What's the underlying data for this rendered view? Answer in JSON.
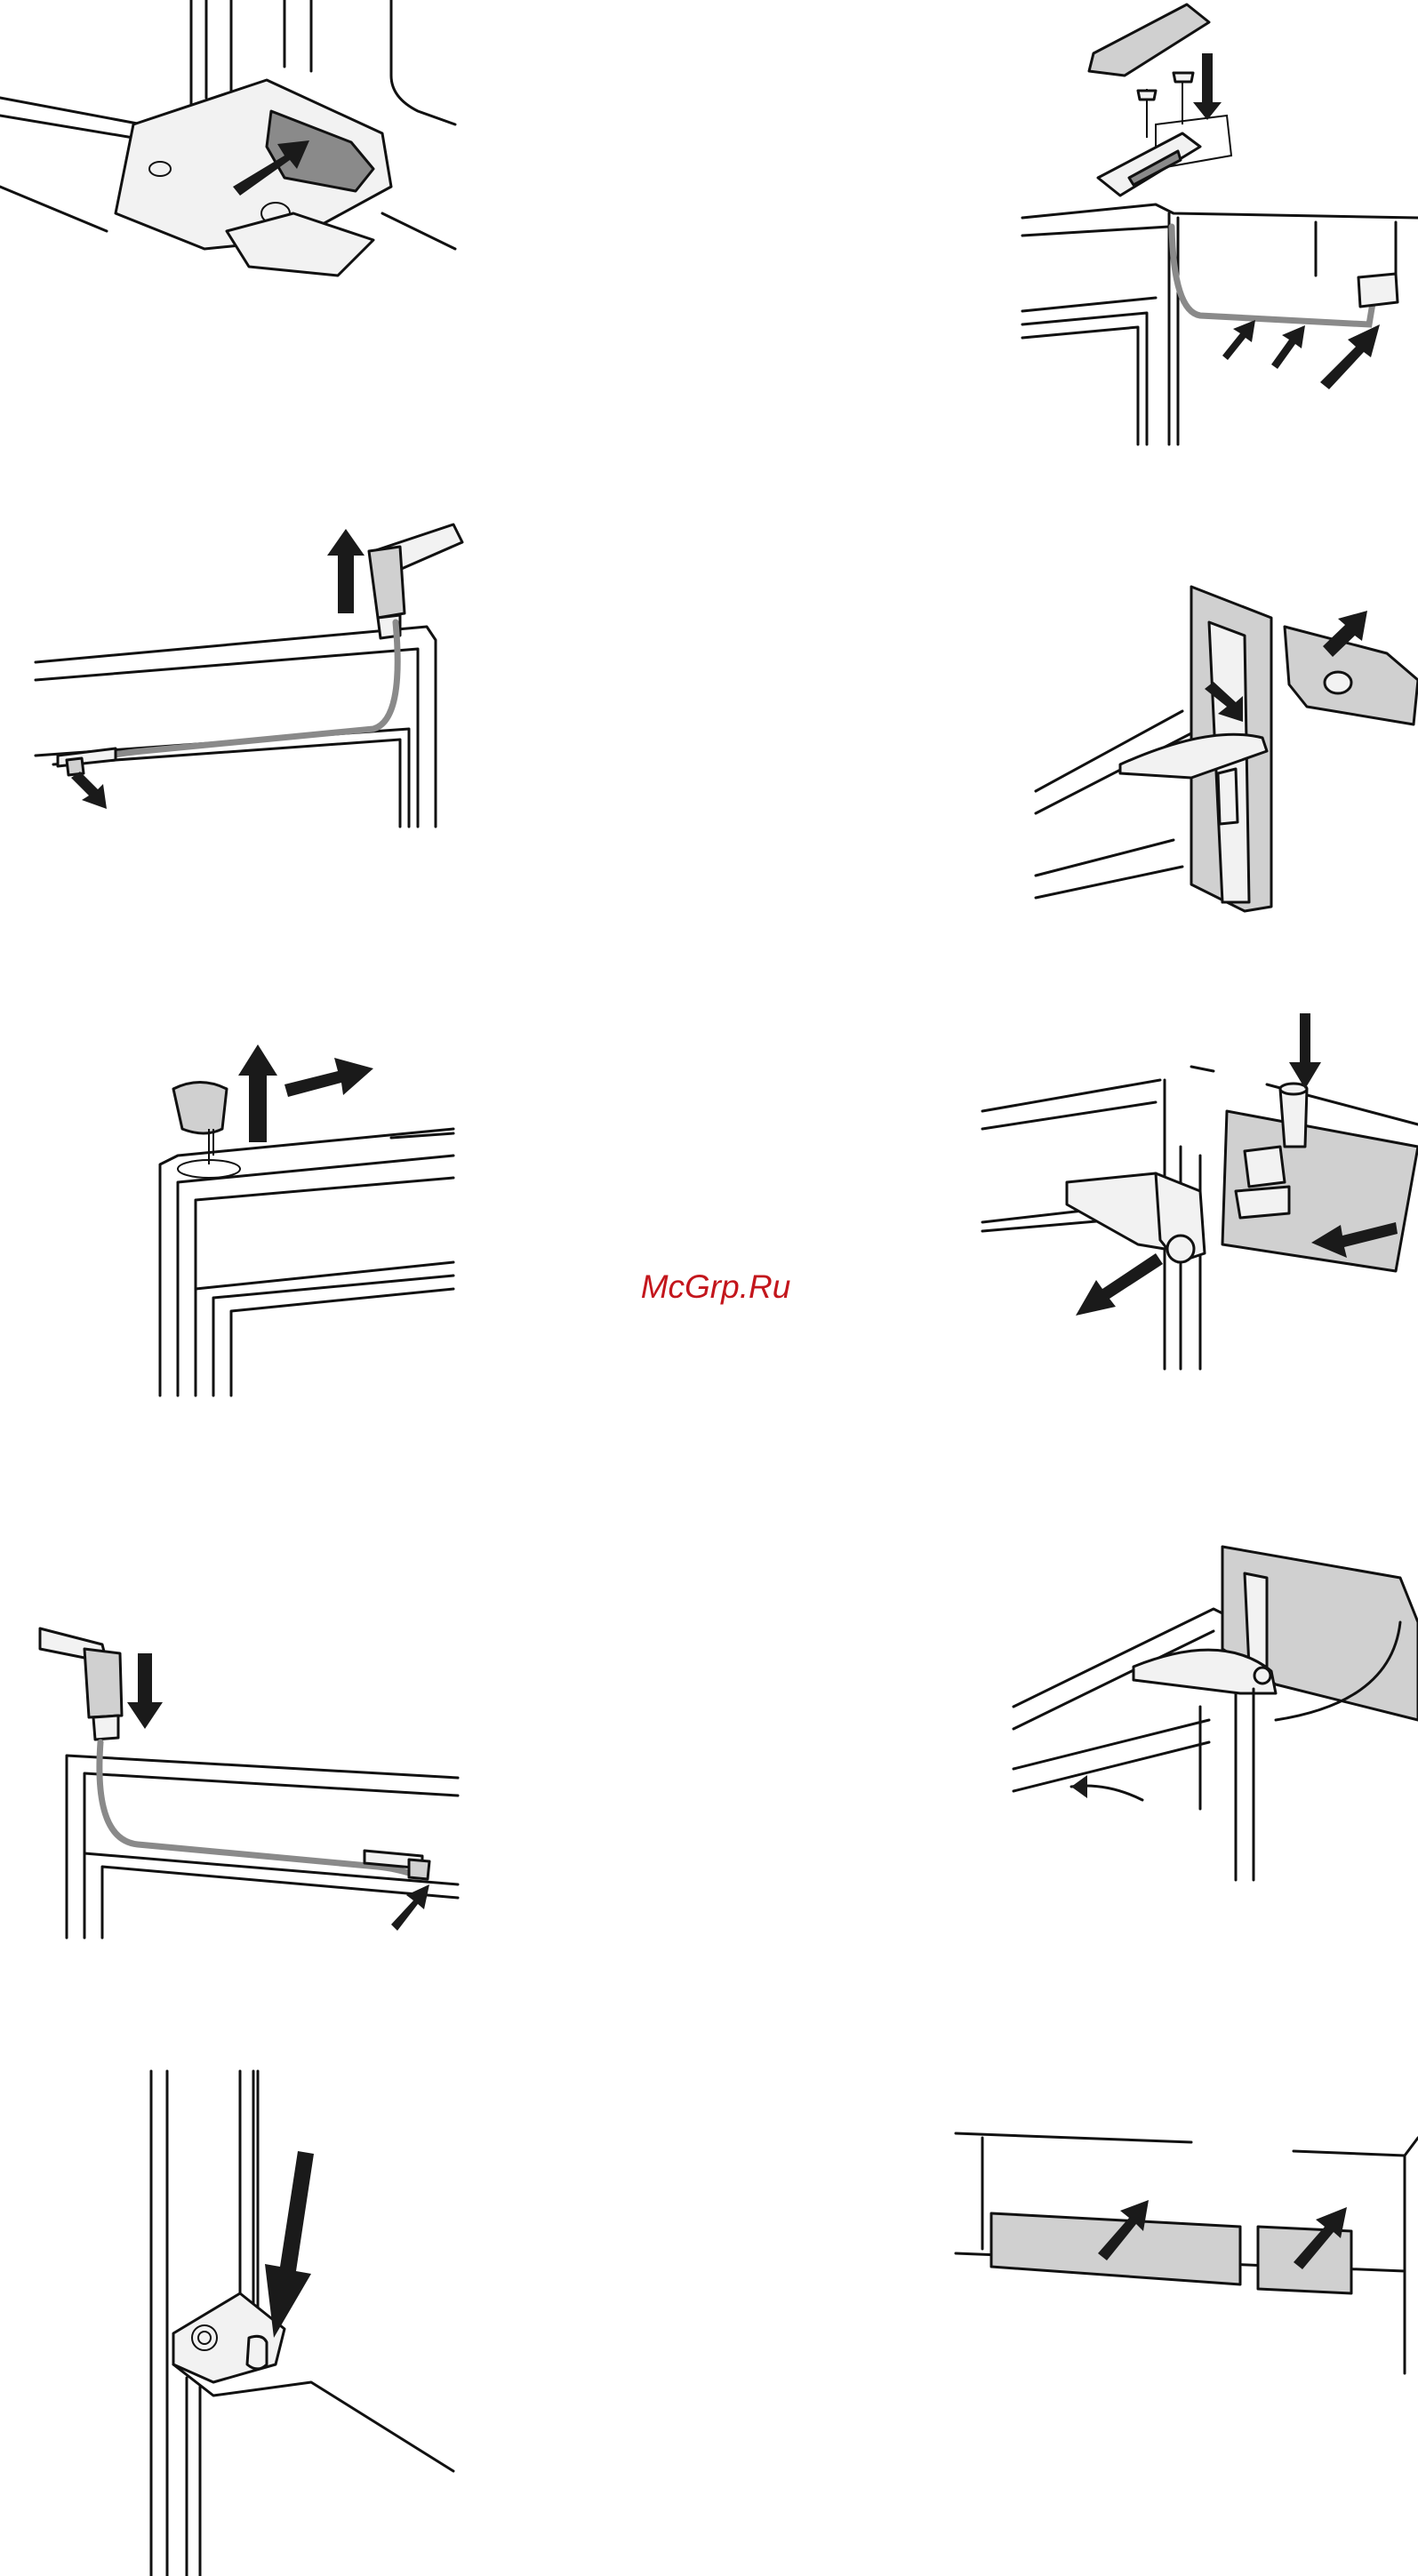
{
  "watermark": {
    "text": "McGrp.Ru",
    "color": "#c3161c"
  },
  "figures": [
    {
      "id": "left-1",
      "icon": "hinge-cover-insert-icon"
    },
    {
      "id": "left-2",
      "icon": "hinge-lift-cable-unplug-icon"
    },
    {
      "id": "left-3",
      "icon": "hinge-cap-remove-icon"
    },
    {
      "id": "left-4",
      "icon": "hinge-lower-cable-plug-icon"
    },
    {
      "id": "left-5",
      "icon": "door-lower-onto-hinge-icon"
    },
    {
      "id": "right-1",
      "icon": "hinge-screw-cover-icon"
    },
    {
      "id": "right-2",
      "icon": "hinge-cover-remove-icon"
    },
    {
      "id": "right-3",
      "icon": "hinge-pin-insert-icon"
    },
    {
      "id": "right-4",
      "icon": "door-swing-open-icon"
    },
    {
      "id": "right-5",
      "icon": "cover-panels-insert-icon"
    }
  ],
  "colors": {
    "line": "#111111",
    "cable": "#8a8a8a",
    "part_fill": "#d0d0d0",
    "arrow": "#1a1a1a"
  }
}
